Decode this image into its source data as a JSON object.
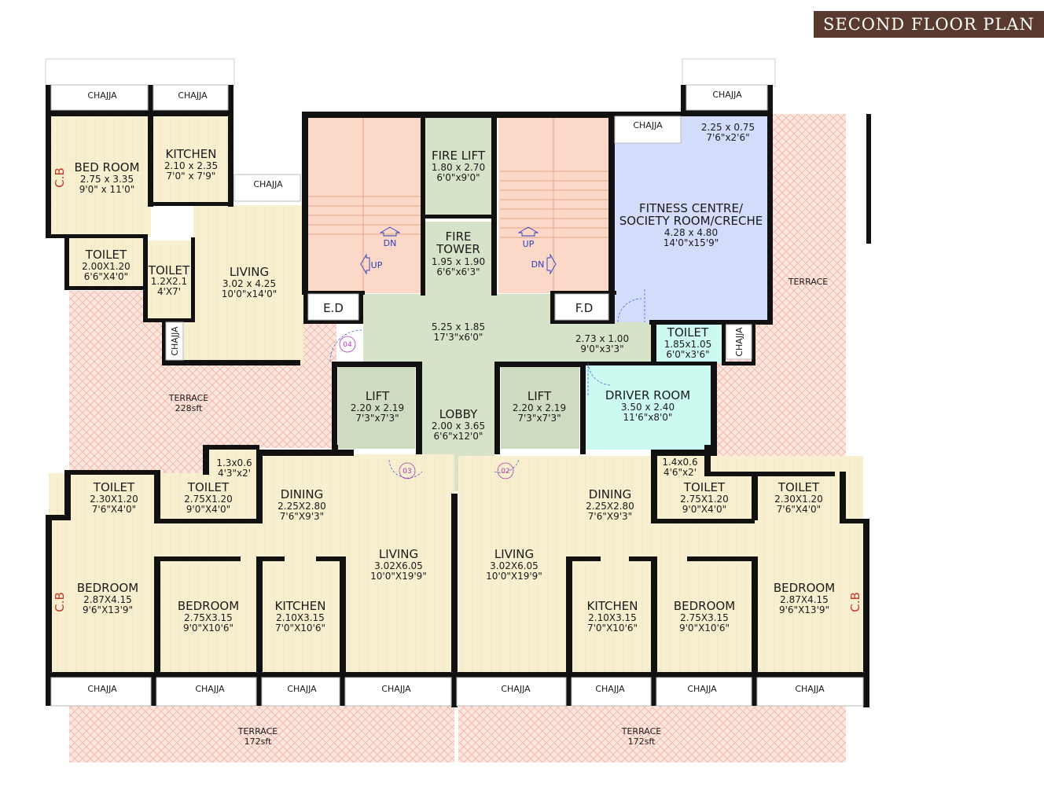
{
  "title": "SECOND FLOOR PLAN",
  "rooms": {
    "bedroom_tl": {
      "name": "BED ROOM",
      "metric": "2.75 x 3.35",
      "imperial": "9'0\" x 11'0\""
    },
    "kitchen_tl": {
      "name": "KITCHEN",
      "metric": "2.10 x 2.35",
      "imperial": "7'0\" x 7'9\""
    },
    "toilet_tl1": {
      "name": "TOILET",
      "metric": "2.00X1.20",
      "imperial": "6'6\"X4'0\""
    },
    "toilet_tl2": {
      "name": "TOILET",
      "metric": "1.2X2.1",
      "imperial": "4'X7'"
    },
    "living_tl": {
      "name": "LIVING",
      "metric": "3.02 x 4.25",
      "imperial": "10'0\"x14'0\""
    },
    "fire_lift": {
      "name": "FIRE LIFT",
      "metric": "1.80 x 2.70",
      "imperial": "6'0\"x9'0\""
    },
    "fire_tower": {
      "name1": "FIRE",
      "name2": "TOWER",
      "metric": "1.95 x 1.90",
      "imperial": "6'6\"x6'3\""
    },
    "fitness": {
      "name1": "FITNESS CENTRE/",
      "name2": "SOCIETY ROOM/CRECHE",
      "metric": "4.28 x 4.80",
      "imperial": "14'0\"x15'9\""
    },
    "fitness_chajja": {
      "metric": "2.25 x 0.75",
      "imperial": "7'6\"x2'6\""
    },
    "corridor": {
      "metric": "5.25 x 1.85",
      "imperial": "17'3\"x6'0\""
    },
    "passage": {
      "metric": "2.73 x 1.00",
      "imperial": "9'0\"x3'3\""
    },
    "toilet_driver": {
      "name": "TOILET",
      "metric": "1.85x1.05",
      "imperial": "6'0\"x3'6\""
    },
    "driver_room": {
      "name": "DRIVER ROOM",
      "metric": "3.50 x 2.40",
      "imperial": "11'6\"x8'0\""
    },
    "lift_left": {
      "name": "LIFT",
      "metric": "2.20 x 2.19",
      "imperial": "7'3\"x7'3\""
    },
    "lift_right": {
      "name": "LIFT",
      "metric": "2.20 x 2.19",
      "imperial": "7'3\"x7'3\""
    },
    "lobby": {
      "name": "LOBBY",
      "metric": "2.00 x 3.65",
      "imperial": "6'6\"x12'0\""
    },
    "terrace_mid": {
      "name": "TERRACE",
      "area": "228sft"
    },
    "terrace_right": {
      "name": "TERRACE"
    },
    "terrace_bl": {
      "name": "TERRACE",
      "area": "172sft"
    },
    "terrace_br": {
      "name": "TERRACE",
      "area": "172sft"
    },
    "duct_bl": {
      "metric": "1.3x0.6",
      "imperial": "4'3\"x2'"
    },
    "duct_br": {
      "metric": "1.4x0.6",
      "imperial": "4'6\"x2'"
    },
    "toilet_bl1": {
      "name": "TOILET",
      "metric": "2.30X1.20",
      "imperial": "7'6\"X4'0\""
    },
    "toilet_bl2": {
      "name": "TOILET",
      "metric": "2.75X1.20",
      "imperial": "9'0\"X4'0\""
    },
    "dining_bl": {
      "name": "DINING",
      "metric": "2.25X2.80",
      "imperial": "7'6\"X9'3\""
    },
    "living_bl": {
      "name": "LIVING",
      "metric": "3.02X6.05",
      "imperial": "10'0\"X19'9\""
    },
    "bedroom_bl1": {
      "name": "BEDROOM",
      "metric": "2.87X4.15",
      "imperial": "9'6\"X13'9\""
    },
    "bedroom_bl2": {
      "name": "BEDROOM",
      "metric": "2.75X3.15",
      "imperial": "9'0\"X10'6\""
    },
    "kitchen_bl": {
      "name": "KITCHEN",
      "metric": "2.10X3.15",
      "imperial": "7'0\"X10'6\""
    },
    "living_br": {
      "name": "LIVING",
      "metric": "3.02X6.05",
      "imperial": "10'0\"X19'9\""
    },
    "dining_br": {
      "name": "DINING",
      "metric": "2.25X2.80",
      "imperial": "7'6\"X9'3\""
    },
    "toilet_br1": {
      "name": "TOILET",
      "metric": "2.75X1.20",
      "imperial": "9'0\"X4'0\""
    },
    "toilet_br2": {
      "name": "TOILET",
      "metric": "2.30X1.20",
      "imperial": "7'6\"X4'0\""
    },
    "kitchen_br": {
      "name": "KITCHEN",
      "metric": "2.10X3.15",
      "imperial": "7'0\"X10'6\""
    },
    "bedroom_br2": {
      "name": "BEDROOM",
      "metric": "2.75X3.15",
      "imperial": "9'0\"X10'6\""
    },
    "bedroom_br1": {
      "name": "BEDROOM",
      "metric": "2.87X4.15",
      "imperial": "9'6\"X13'9\""
    }
  },
  "labels": {
    "chajja": "CHAJJA",
    "cb": "C.B",
    "up": "UP",
    "dn": "DN",
    "ed": "E.D",
    "fd": "F.D",
    "door_01": "04",
    "door_02": "03",
    "door_03": "02"
  },
  "colors": {
    "flat_fill": "#f7efcf",
    "stair_fill": "#fbd8c8",
    "service_fill": "#d6e3c8",
    "lift_fill": "#cfdcc2",
    "fitness_fill": "#d3dcfb",
    "driver_fill": "#cdfaf0",
    "terrace_fill": "#fbe3dc",
    "wall": "#111111",
    "title_bg": "#5a3a2e"
  }
}
